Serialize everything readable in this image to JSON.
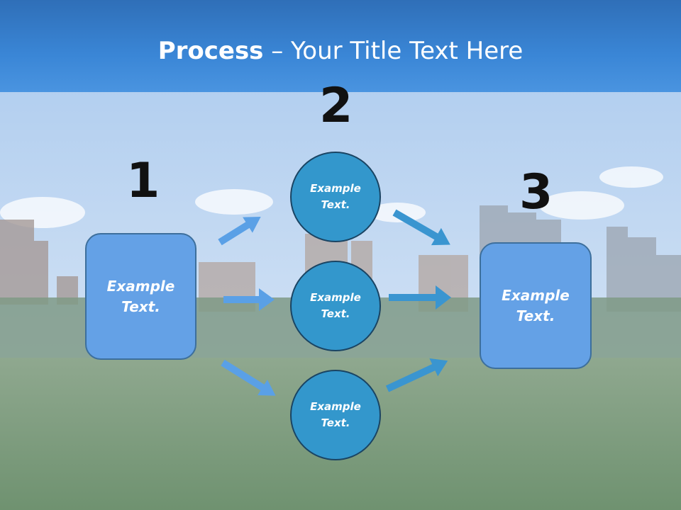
{
  "title": {
    "bold": "Process",
    "rest": " – Your Title Text Here"
  },
  "steps": {
    "one": "1",
    "two": "2",
    "three": "3"
  },
  "boxes": {
    "left": "Example Text.",
    "right": "Example Text."
  },
  "circles": {
    "top": "Example Text.",
    "middle": "Example Text.",
    "bottom": "Example Text."
  },
  "colors": {
    "box_fill": "#64a1e6",
    "circle_fill": "#3397cc",
    "arrow_left": "#5aa0e6",
    "arrow_right": "#3a95d0"
  }
}
